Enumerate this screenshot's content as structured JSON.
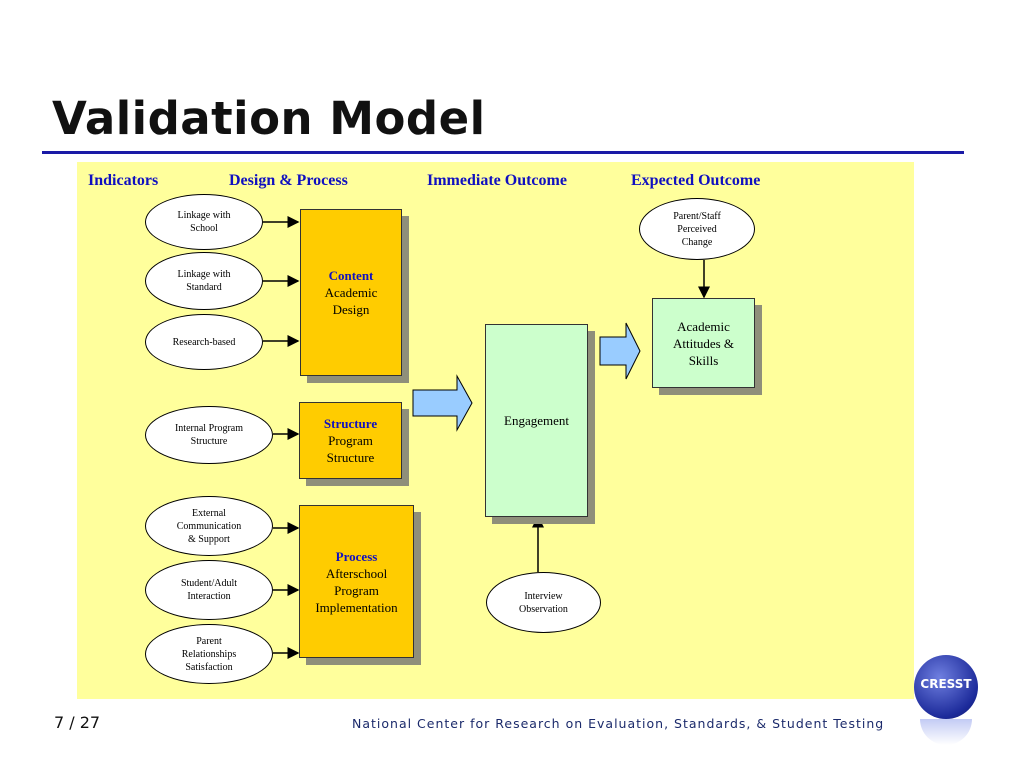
{
  "slide": {
    "title": "Validation Model",
    "page_number": "7 / 27",
    "footer": "National Center for Research on Evaluation, Standards, & Student Testing",
    "logo_text": "CRESST"
  },
  "colors": {
    "heading_blue": "#1010c0",
    "panel_yellow": "#ffff9c",
    "box_orange": "#ffcc00",
    "box_green": "#ccffcc",
    "arrow_blue": "#99ccff",
    "rule_blue": "#1a1aa6"
  },
  "columns": {
    "indicators": "Indicators",
    "design_process": "Design & Process",
    "immediate_outcome": "Immediate Outcome",
    "expected_outcome": "Expected Outcome"
  },
  "indicators": {
    "linkage_school": "Linkage with\nSchool",
    "linkage_standard": "Linkage with\nStandard",
    "research_based": "Research-based",
    "internal_structure": "Internal  Program\nStructure",
    "external_communication": "External\nCommunication\n& Support",
    "student_adult": "Student/Adult\nInteraction",
    "parent_relationships": "Parent\nRelationships\nSatisfaction"
  },
  "design_process": {
    "content": {
      "head": "Content",
      "body": "Academic\nDesign"
    },
    "structure": {
      "head": "Structure",
      "body": "Program\nStructure"
    },
    "process": {
      "head": "Process",
      "body": "Afterschool\nProgram\nImplementation"
    }
  },
  "immediate": {
    "engagement": "Engagement",
    "interview_observation": "Interview\nObservation"
  },
  "expected": {
    "perceived_change": "Parent/Staff\nPerceived\nChange",
    "academic": "Academic\nAttitudes &\nSkills"
  }
}
